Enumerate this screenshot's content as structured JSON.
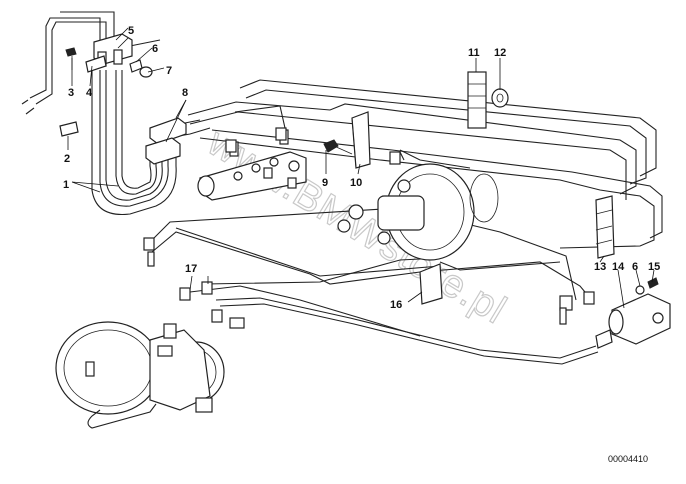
{
  "callouts": [
    {
      "id": "1",
      "label": "1"
    },
    {
      "id": "2",
      "label": "2"
    },
    {
      "id": "3",
      "label": "3"
    },
    {
      "id": "4",
      "label": "4"
    },
    {
      "id": "5",
      "label": "5"
    },
    {
      "id": "6",
      "label": "6"
    },
    {
      "id": "7",
      "label": "7"
    },
    {
      "id": "8",
      "label": "8"
    },
    {
      "id": "9",
      "label": "9"
    },
    {
      "id": "10",
      "label": "10"
    },
    {
      "id": "11",
      "label": "11"
    },
    {
      "id": "12",
      "label": "12"
    },
    {
      "id": "13",
      "label": "13"
    },
    {
      "id": "14",
      "label": "14"
    },
    {
      "id": "6b",
      "label": "6"
    },
    {
      "id": "15",
      "label": "15"
    },
    {
      "id": "16",
      "label": "16"
    },
    {
      "id": "17",
      "label": "17"
    }
  ],
  "watermark": "www.BMWstore.pl",
  "catalog_number": "00004410"
}
